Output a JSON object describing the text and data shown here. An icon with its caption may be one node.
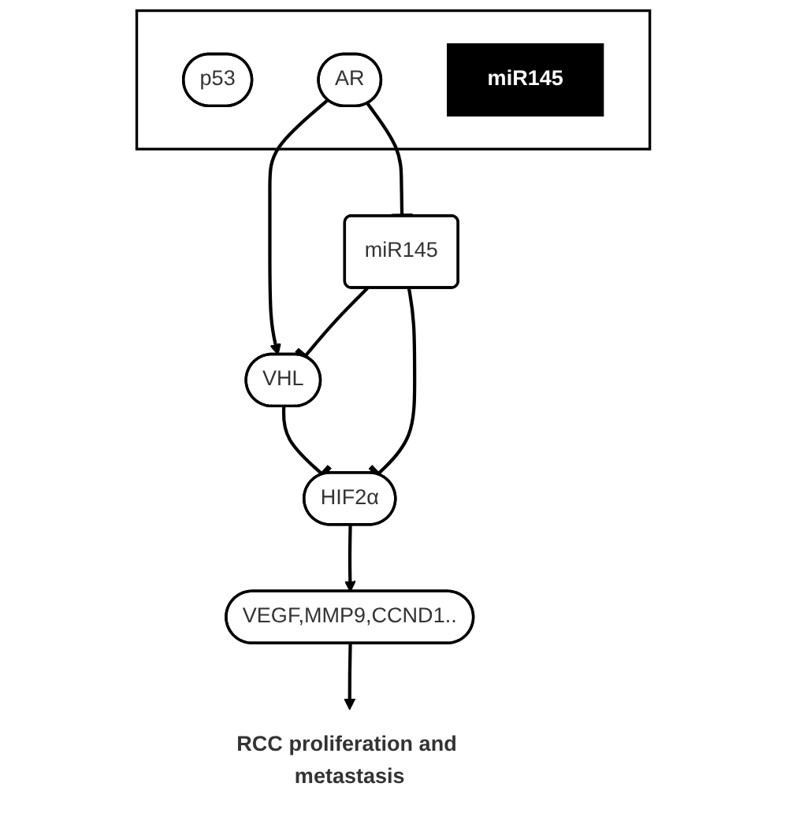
{
  "diagram": {
    "nodes": [
      {
        "text": [],
        "shape": "bar"
      },
      {
        "text": [
          "p53"
        ],
        "in": 0
      },
      {
        "text": [
          "AR"
        ],
        "in": 0
      },
      {
        "text": [
          "miR145"
        ],
        "in": 0
      },
      {
        "text": [
          "VHL"
        ]
      },
      {
        "text": [
          "miR145"
        ]
      },
      {
        "text": [
          "HIF2α"
        ]
      },
      {
        "text": [
          "VEGF,MMP9,CCND1.."
        ]
      },
      {
        "text": [
          "RCC proliferation and metastasis"
        ]
      }
    ],
    "edges": [
      {
        "from": 2,
        "to": 4,
        "arrow": "to"
      },
      {
        "from": 2,
        "to": 5,
        "arrow": "other"
      },
      {
        "from": 5,
        "to": 4,
        "arrow": "other"
      },
      {
        "from": 4,
        "to": 6,
        "arrow": "other"
      },
      {
        "from": 5,
        "to": 6,
        "arrow": "other"
      },
      {
        "from": 6,
        "to": 7,
        "arrow": "to"
      },
      {
        "from": 7,
        "to": 8,
        "arrow": "to"
      }
    ]
  }
}
